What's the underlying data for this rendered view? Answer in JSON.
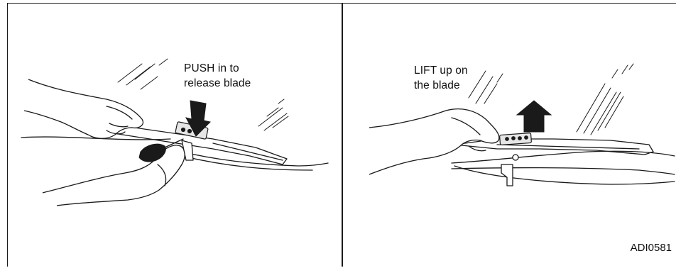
{
  "panels": [
    {
      "id": "left",
      "caption_line1": "PUSH in to",
      "caption_line2": "release blade"
    },
    {
      "id": "right",
      "caption_line1": "LIFT up on",
      "caption_line2": "the blade"
    }
  ],
  "figure_code": "ADI0581",
  "icons": {
    "left_arrow": "down-arrow-icon",
    "right_arrow": "up-arrow-icon"
  }
}
